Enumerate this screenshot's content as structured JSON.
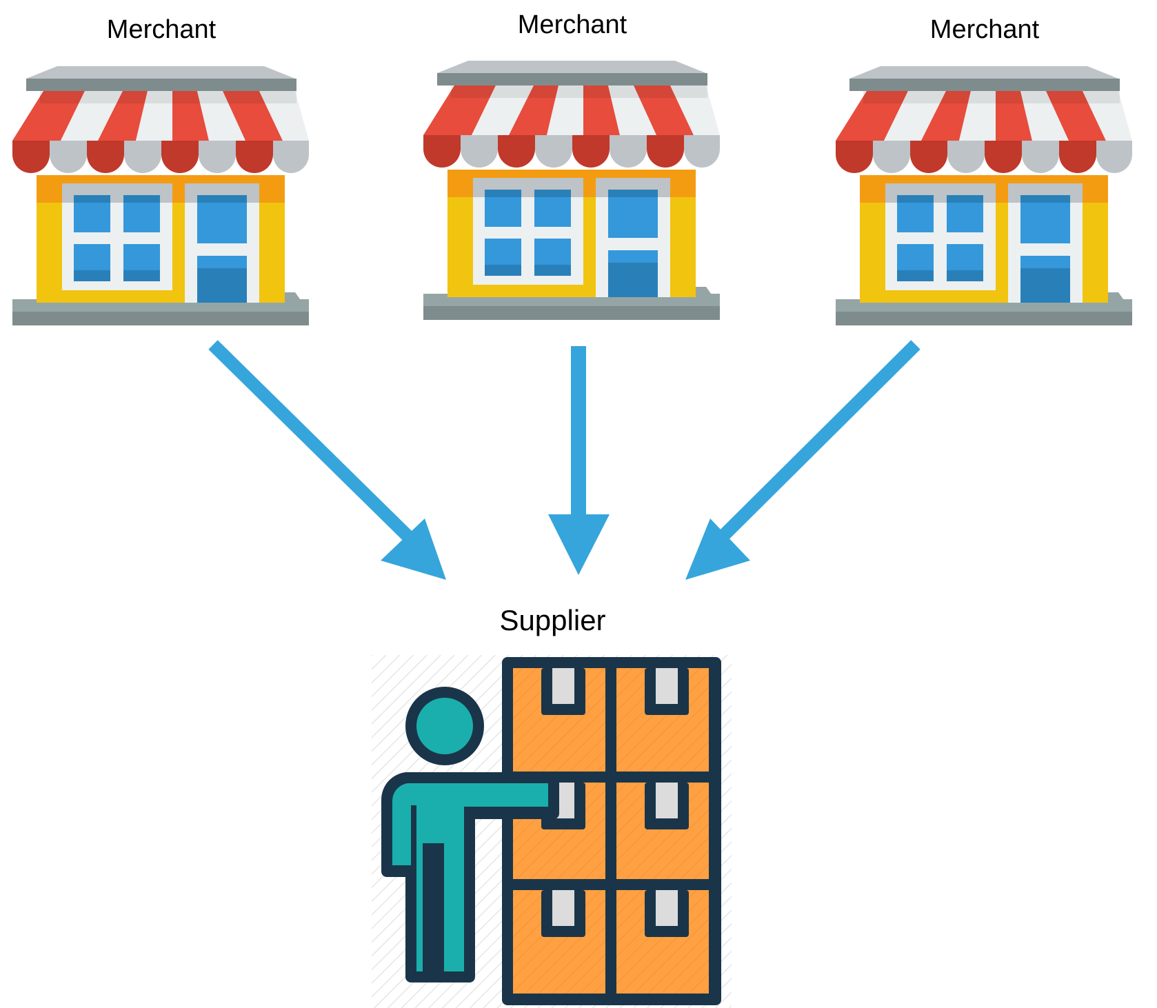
{
  "diagram": {
    "type": "flow",
    "merchants": [
      {
        "label": "Merchant",
        "icon": "storefront-icon"
      },
      {
        "label": "Merchant",
        "icon": "storefront-icon"
      },
      {
        "label": "Merchant",
        "icon": "storefront-icon"
      }
    ],
    "supplier": {
      "label": "Supplier",
      "icon": "warehouse-worker-icon"
    },
    "edges": [
      {
        "from": "merchant-1",
        "to": "supplier"
      },
      {
        "from": "merchant-2",
        "to": "supplier"
      },
      {
        "from": "merchant-3",
        "to": "supplier"
      }
    ],
    "colors": {
      "arrow": "#36a5dc",
      "awning_red": "#e74c3c",
      "awning_red_dark": "#c0392b",
      "awning_white": "#ecf0f1",
      "awning_grey": "#bdc3c7",
      "roof_dark": "#7f8c8d",
      "roof_light": "#bdc3c7",
      "wall_yellow": "#f1c40f",
      "wall_orange": "#f39c12",
      "glass_blue": "#3498db",
      "glass_blue_dark": "#2980b9",
      "base_grey": "#95a5a6",
      "box_orange": "#ffa142",
      "outline_navy": "#1a3549",
      "person_teal": "#1aafac",
      "label_grey": "#dcdcdc"
    }
  }
}
